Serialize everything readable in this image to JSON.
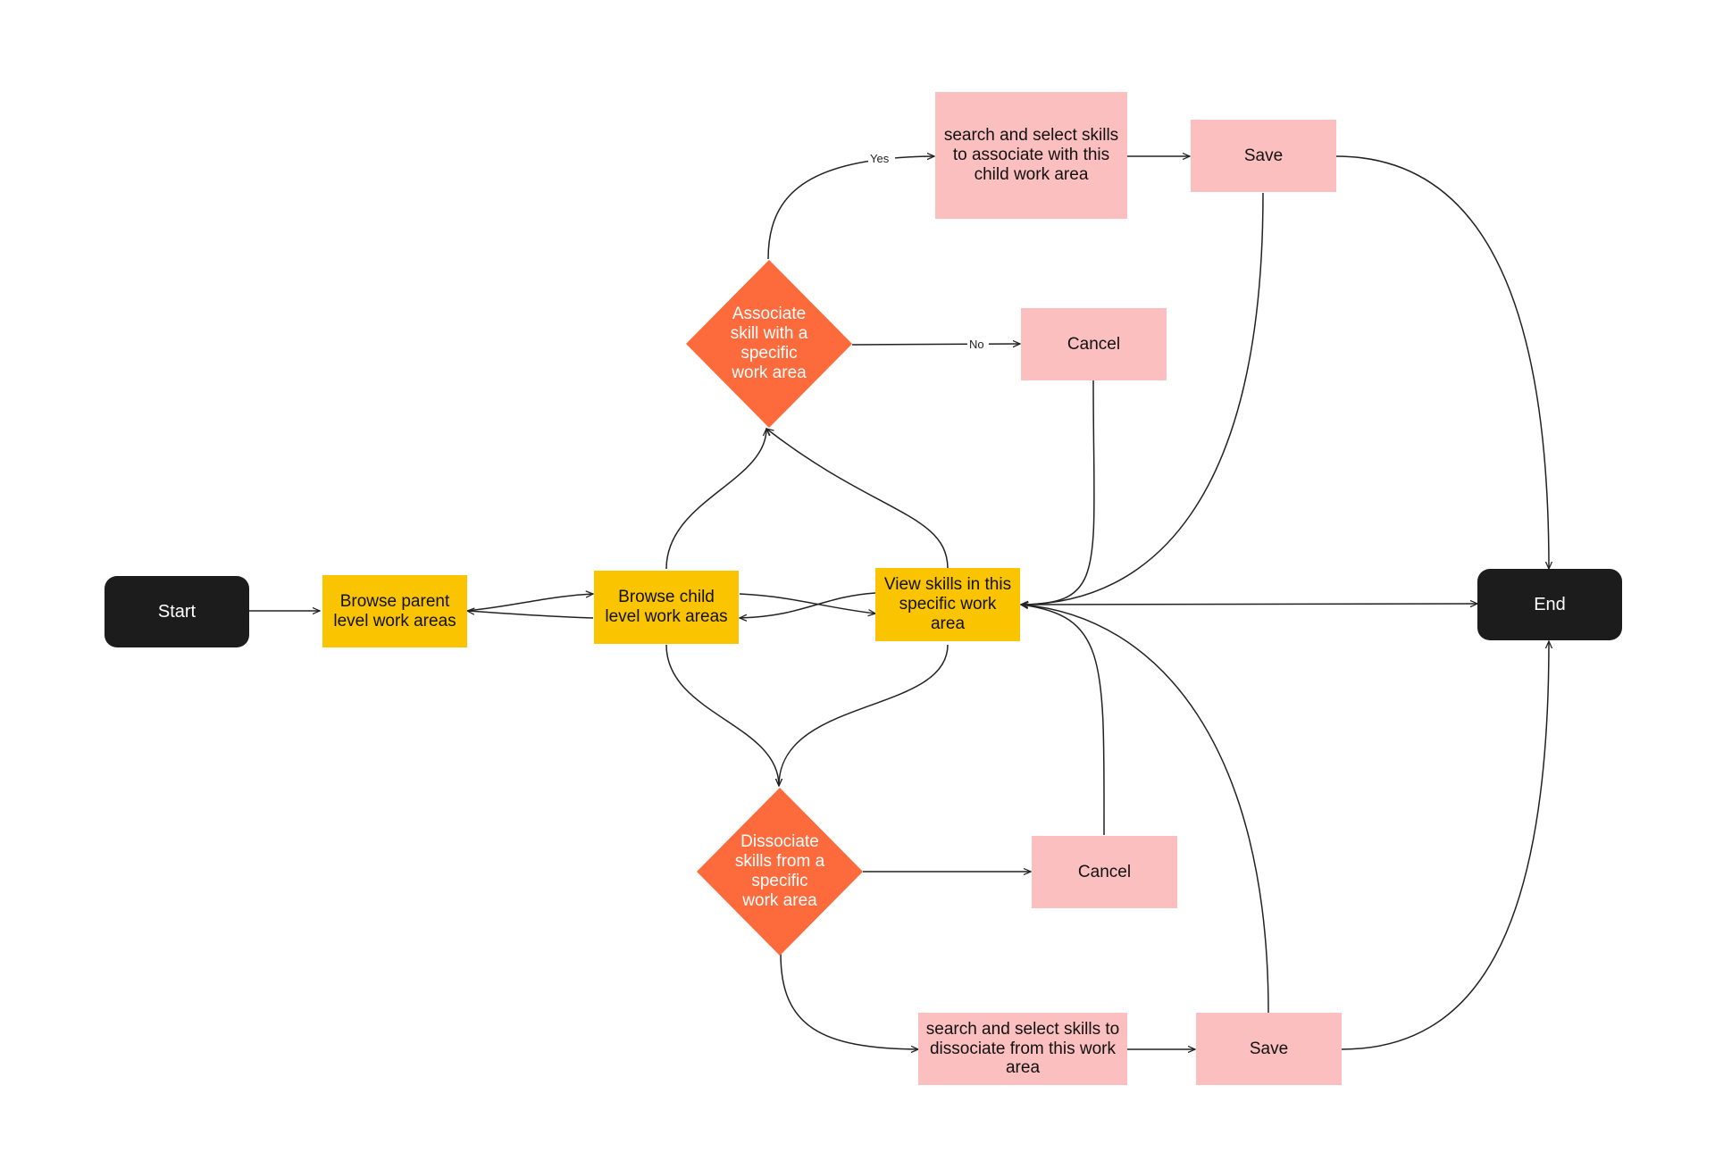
{
  "nodes": {
    "start": "Start",
    "end": "End",
    "browse_parent": "Browse parent level work areas",
    "browse_child": "Browse child level work areas",
    "view_skills": "View skills in this specific work area",
    "associate_decision": "Associate skill with a specific work area",
    "dissociate_decision": "Dissociate skills from a specific work area",
    "search_associate": "search and select skills to associate with this child work area",
    "save_top": "Save",
    "cancel_top": "Cancel",
    "cancel_bottom": "Cancel",
    "search_dissociate": "search and select skills to dissociate from this work area",
    "save_bottom": "Save"
  },
  "edge_labels": {
    "yes": "Yes",
    "no": "No"
  },
  "colors": {
    "terminal": "#1c1c1c",
    "process": "#fbc400",
    "decision": "#fd6a3c",
    "action": "#fbbfc0",
    "edge": "#222222"
  }
}
